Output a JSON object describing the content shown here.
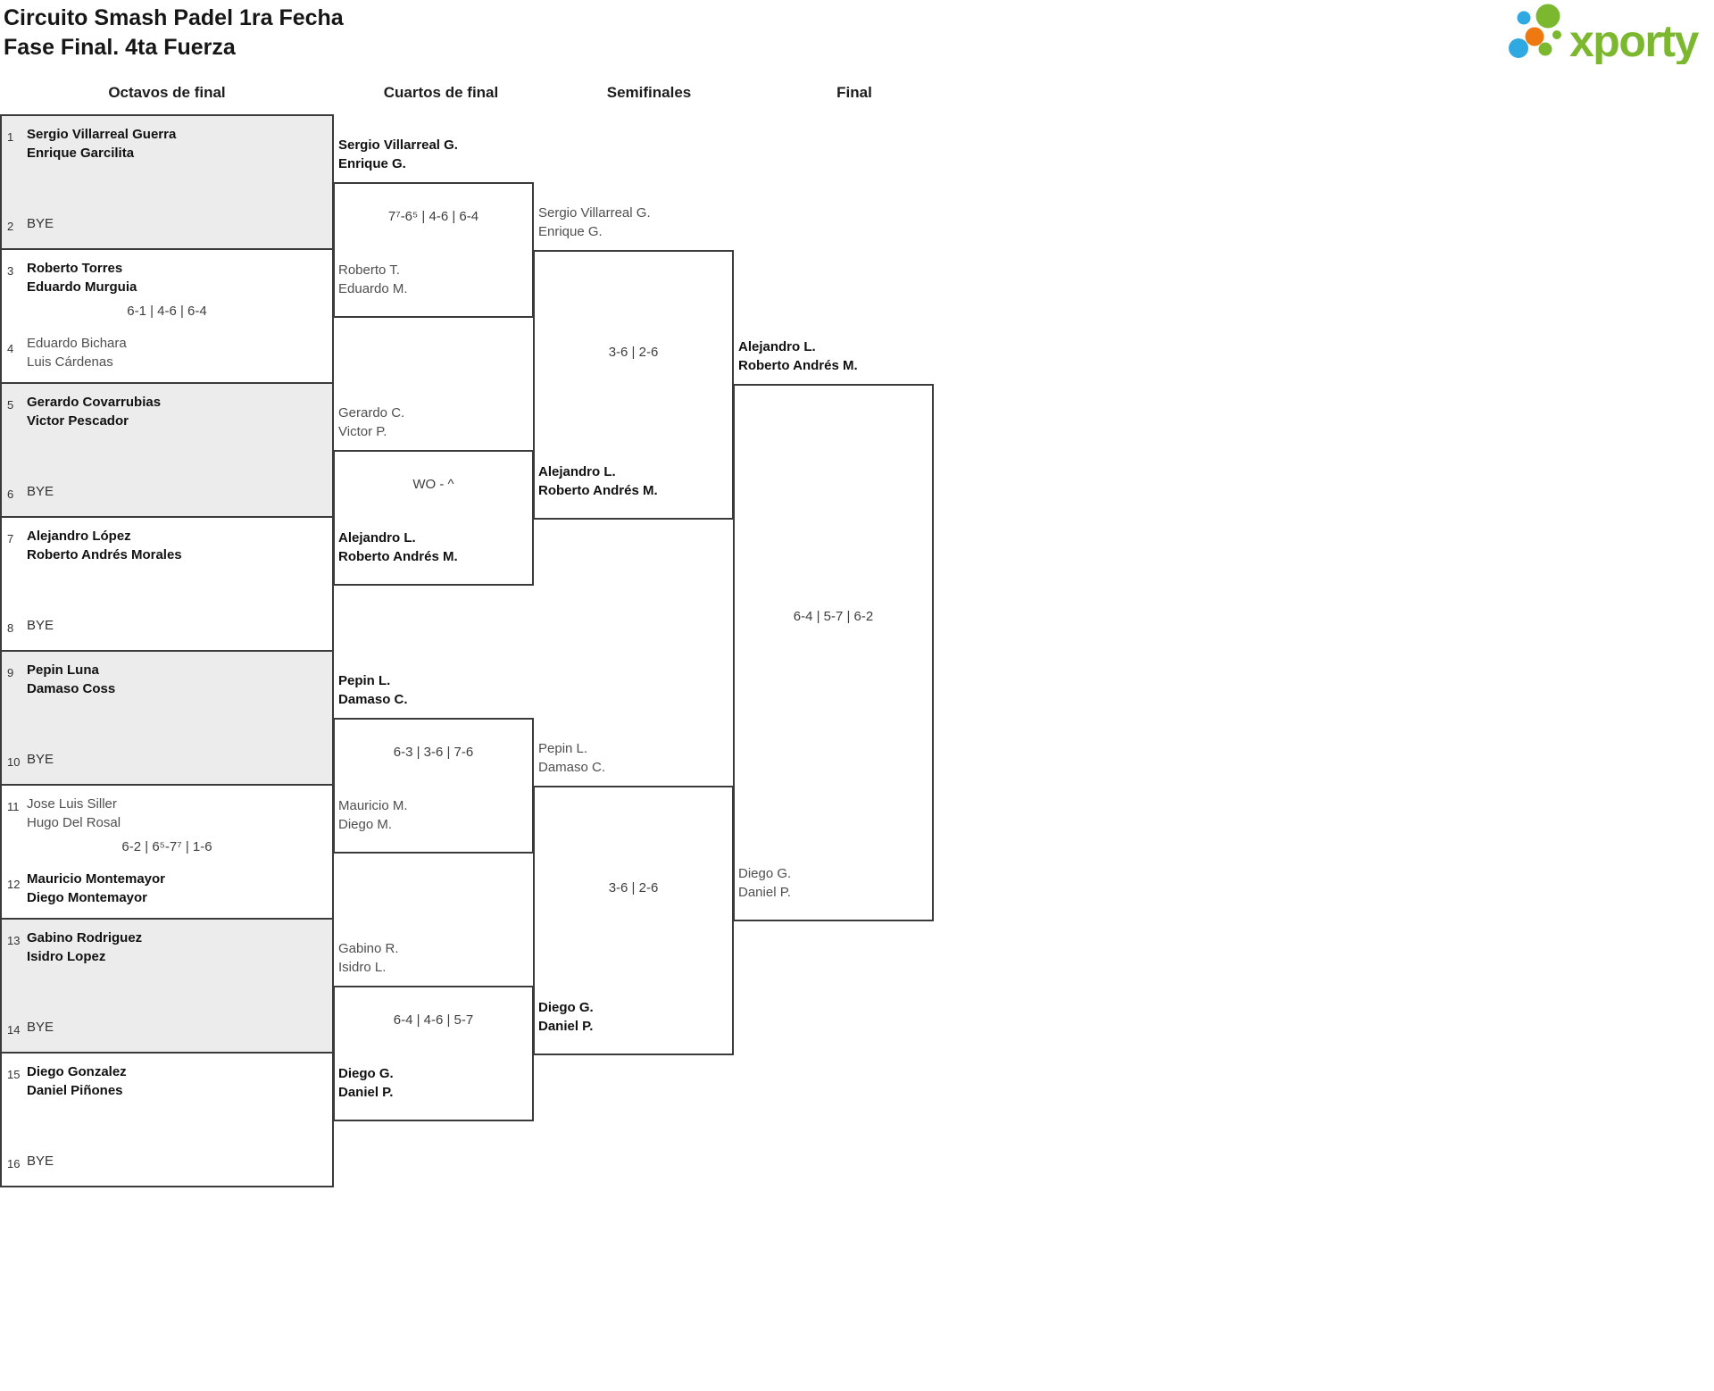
{
  "header": {
    "title_line1": "Circuito Smash Padel 1ra Fecha",
    "title_line2": "Fase Final. 4ta Fuerza",
    "logo_text": "xporty"
  },
  "round_headers": [
    "Octavos de final",
    "Cuartos de final",
    "Semifinales",
    "Final"
  ],
  "colors": {
    "logo_green": "#7cb82f",
    "logo_blue": "#2fa9e1",
    "logo_orange": "#ee7911",
    "line": "#3a3a3a",
    "shaded_row": "#ececec",
    "winner_text": "#111111",
    "loser_text": "#4f4f4f"
  },
  "bracket": {
    "octavos": [
      {
        "seed1": "1",
        "team1": {
          "line1": "Sergio Villarreal Guerra",
          "line2": "Enrique Garcilita"
        },
        "score": "",
        "seed2": "2",
        "team2": {
          "line1": "BYE"
        },
        "winner": "team1"
      },
      {
        "seed1": "3",
        "team1": {
          "line1": "Roberto Torres",
          "line2": "Eduardo Murguia"
        },
        "score": "6-1 | 4-6 | 6-4",
        "seed2": "4",
        "team2": {
          "line1": "Eduardo Bichara",
          "line2": "Luis Cárdenas"
        },
        "winner": "team1"
      },
      {
        "seed1": "5",
        "team1": {
          "line1": "Gerardo Covarrubias",
          "line2": "Victor Pescador"
        },
        "score": "",
        "seed2": "6",
        "team2": {
          "line1": "BYE"
        },
        "winner": "team1"
      },
      {
        "seed1": "7",
        "team1": {
          "line1": "Alejandro López",
          "line2": "Roberto Andrés Morales"
        },
        "score": "",
        "seed2": "8",
        "team2": {
          "line1": "BYE"
        },
        "winner": "team1"
      },
      {
        "seed1": "9",
        "team1": {
          "line1": "Pepin Luna",
          "line2": "Damaso Coss"
        },
        "score": "",
        "seed2": "10",
        "team2": {
          "line1": "BYE"
        },
        "winner": "team1"
      },
      {
        "seed1": "11",
        "team1": {
          "line1": "Jose Luis Siller",
          "line2": "Hugo Del Rosal"
        },
        "score": "6-2 | 6⁵-7⁷ | 1-6",
        "seed2": "12",
        "team2": {
          "line1": "Mauricio Montemayor",
          "line2": "Diego Montemayor"
        },
        "winner": "team2"
      },
      {
        "seed1": "13",
        "team1": {
          "line1": "Gabino Rodriguez",
          "line2": "Isidro Lopez"
        },
        "score": "",
        "seed2": "14",
        "team2": {
          "line1": "BYE"
        },
        "winner": "team1"
      },
      {
        "seed1": "15",
        "team1": {
          "line1": "Diego Gonzalez",
          "line2": "Daniel Piñones"
        },
        "score": "",
        "seed2": "16",
        "team2": {
          "line1": "BYE"
        },
        "winner": "team1"
      }
    ],
    "cuartos": [
      {
        "team1": {
          "line1": "Sergio Villarreal G.",
          "line2": "Enrique G."
        },
        "score": "7⁷-6⁵ | 4-6 | 6-4",
        "team2": {
          "line1": "Roberto T.",
          "line2": "Eduardo M."
        },
        "winner": "team1"
      },
      {
        "team1": {
          "line1": "Gerardo C.",
          "line2": "Victor P."
        },
        "score": "WO - ^",
        "team2": {
          "line1": "Alejandro L.",
          "line2": "Roberto Andrés M."
        },
        "winner": "team2"
      },
      {
        "team1": {
          "line1": "Pepin L.",
          "line2": "Damaso C."
        },
        "score": "6-3 | 3-6 | 7-6",
        "team2": {
          "line1": "Mauricio M.",
          "line2": "Diego M."
        },
        "winner": "team1"
      },
      {
        "team1": {
          "line1": "Gabino R.",
          "line2": "Isidro L."
        },
        "score": "6-4 | 4-6 | 5-7",
        "team2": {
          "line1": "Diego G.",
          "line2": "Daniel P."
        },
        "winner": "team2"
      }
    ],
    "semifinales": [
      {
        "team1": {
          "line1": "Sergio Villarreal G.",
          "line2": "Enrique G."
        },
        "score": "3-6 | 2-6",
        "team2": {
          "line1": "Alejandro L.",
          "line2": "Roberto Andrés M."
        },
        "winner": "team2"
      },
      {
        "team1": {
          "line1": "Pepin L.",
          "line2": "Damaso C."
        },
        "score": "3-6 | 2-6",
        "team2": {
          "line1": "Diego G.",
          "line2": "Daniel P."
        },
        "winner": "team2"
      }
    ],
    "final": {
      "team1": {
        "line1": "Alejandro L.",
        "line2": "Roberto Andrés M."
      },
      "score": "6-4 | 5-7 | 6-2",
      "team2": {
        "line1": "Diego G.",
        "line2": "Daniel P."
      },
      "winner": "team1"
    }
  }
}
